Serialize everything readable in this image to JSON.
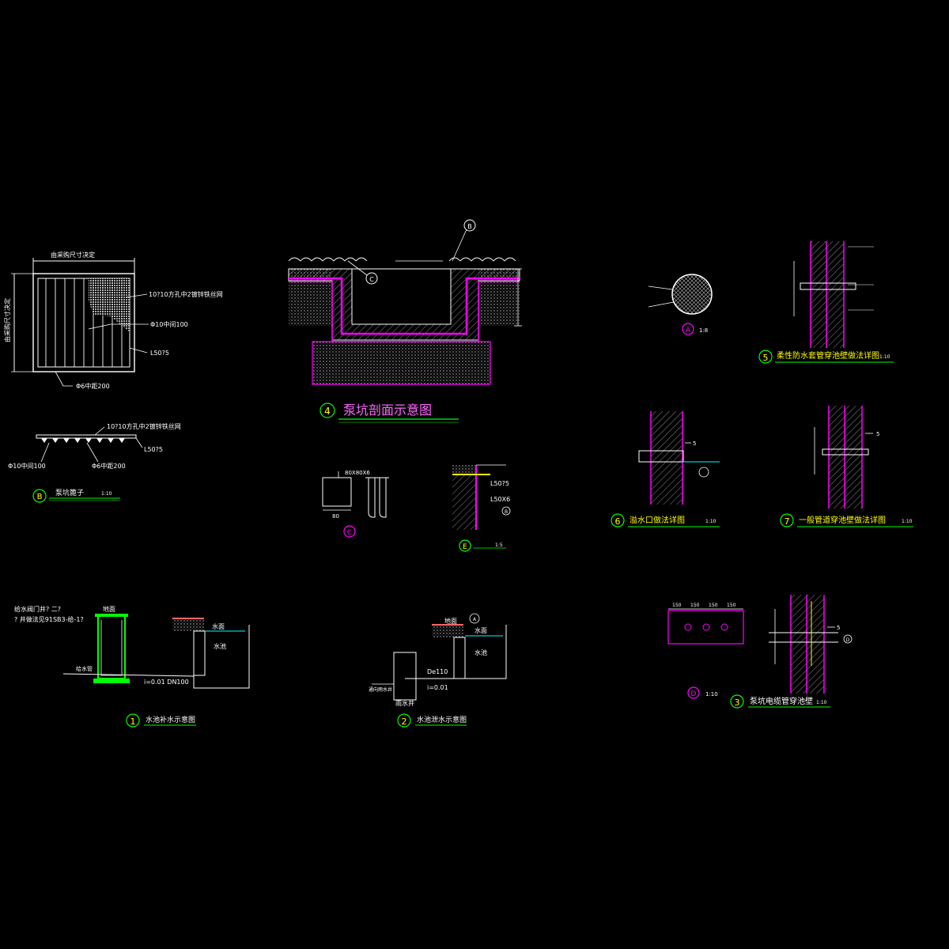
{
  "colors": {
    "background": "#000000",
    "line": "#ffffff",
    "wall": "#ff00ff",
    "label": "#ffffff",
    "marker": "#00ff00",
    "water": "#00ffff",
    "title_underline": "#00ff00"
  },
  "grate_plan": {
    "top_dim": "由采购尺寸决定",
    "side_dim": "由采购尺寸决定",
    "mesh_note": "10?10方孔中2镀锌铁丝网",
    "bar_note": "Φ10中间100",
    "frame_note": "L50?5",
    "bottom_note": "Φ6中距200"
  },
  "grate_section": {
    "mesh_note": "10?10方孔中2镀锌铁丝网",
    "frame_note": "L50?5",
    "left_note": "Φ10中间100",
    "right_note": "Φ6中距200"
  },
  "detail_b": {
    "marker": "B",
    "title": "泵坑篦子",
    "scale": "1:10"
  },
  "detail_4": {
    "marker": "4",
    "title": "泵坑剖面示意图",
    "ref_top": "B",
    "ref_inner": "C"
  },
  "detail_a": {
    "marker": "A",
    "scale": "1:8"
  },
  "detail_5": {
    "marker": "5",
    "title": "柔性防水套管穿池壁做法详图",
    "scale": "1:10"
  },
  "detail_6": {
    "marker": "6",
    "title": "溢水口做法详图",
    "scale": "1:10",
    "dim": "5"
  },
  "detail_7": {
    "marker": "7",
    "title": "一般管道穿池壁做法详图",
    "scale": "1:10",
    "dim": "5"
  },
  "detail_c": {
    "marker": "C",
    "dim_top": "80X80X6",
    "dim_bottom": "80"
  },
  "detail_e": {
    "marker": "E",
    "scale": "1:5",
    "note1": "L50?5",
    "note2": "L50X6",
    "ref": "B"
  },
  "detail_1": {
    "marker": "1",
    "title": "水池补水示意图",
    "note_line1": "给水阀门井? 二?",
    "note_line2": "? 井做法见91SB3-给-1?",
    "ground_label": "地面",
    "water_label": "水面",
    "pool_label": "水池",
    "pipe_label": "给水管",
    "slope_label": "i=0.01 DN100"
  },
  "detail_2": {
    "marker": "2",
    "title": "水池泄水示意图",
    "ground_label": "地面",
    "water_label": "水面",
    "pool_label": "水池",
    "pipe_label": "De110",
    "slope_label": "i=0.01",
    "well_label": "雨水井",
    "left_label": "通向雨水井",
    "ref": "A"
  },
  "detail_3": {
    "marker": "3",
    "title": "泵坑电缆管穿池壁",
    "scale": "1:10",
    "dims": [
      "150",
      "150",
      "150",
      "150"
    ],
    "dim": "5",
    "ref": "D"
  },
  "detail_d": {
    "marker": "D",
    "scale": "1:10"
  }
}
